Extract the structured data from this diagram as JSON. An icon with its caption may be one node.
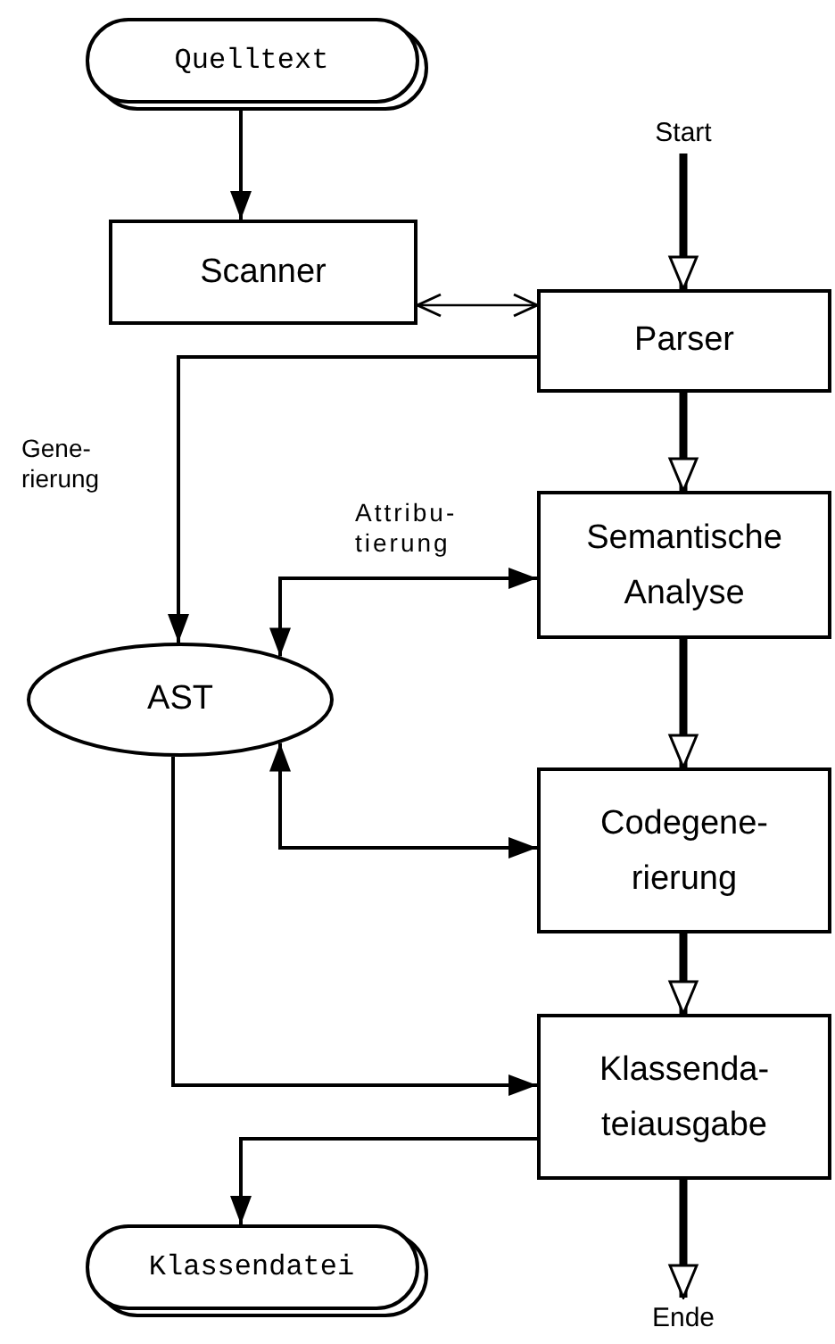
{
  "diagram": {
    "nodes": [
      {
        "text": [
          "Quelltext"
        ]
      },
      {
        "text": [
          "Scanner"
        ]
      },
      {
        "text": [
          "Start"
        ]
      },
      {
        "text": [
          "Parser"
        ]
      },
      {
        "text": [
          "Semantische Analyse"
        ]
      },
      {
        "text": [
          "AST"
        ]
      },
      {
        "text": [
          "Codegene- rierung"
        ]
      },
      {
        "text": [
          "Klassenda- teiausgabe"
        ]
      },
      {
        "text": [
          "Klassendatei"
        ]
      },
      {
        "text": [
          "Ende"
        ]
      }
    ],
    "edges": [
      {
        "from": 0,
        "to": 1,
        "arrow": "to"
      },
      {
        "from": 2,
        "to": 3,
        "arrow": "to",
        "style": "thick"
      },
      {
        "from": 1,
        "to": 3,
        "arrow": "both"
      },
      {
        "from": 3,
        "to": 5,
        "arrow": "to",
        "label": "Gene- rierung"
      },
      {
        "from": 3,
        "to": 4,
        "arrow": "to",
        "style": "thick"
      },
      {
        "from": 5,
        "to": 4,
        "arrow": "both",
        "label": "Attribu- tierung"
      },
      {
        "from": 4,
        "to": 6,
        "arrow": "to",
        "style": "thick"
      },
      {
        "from": 5,
        "to": 6,
        "arrow": "both"
      },
      {
        "from": 6,
        "to": 7,
        "arrow": "to",
        "style": "thick"
      },
      {
        "from": 5,
        "to": 7,
        "arrow": "to"
      },
      {
        "from": 7,
        "to": 8,
        "arrow": "to"
      },
      {
        "from": 7,
        "to": 9,
        "arrow": "to",
        "style": "thick"
      }
    ]
  }
}
